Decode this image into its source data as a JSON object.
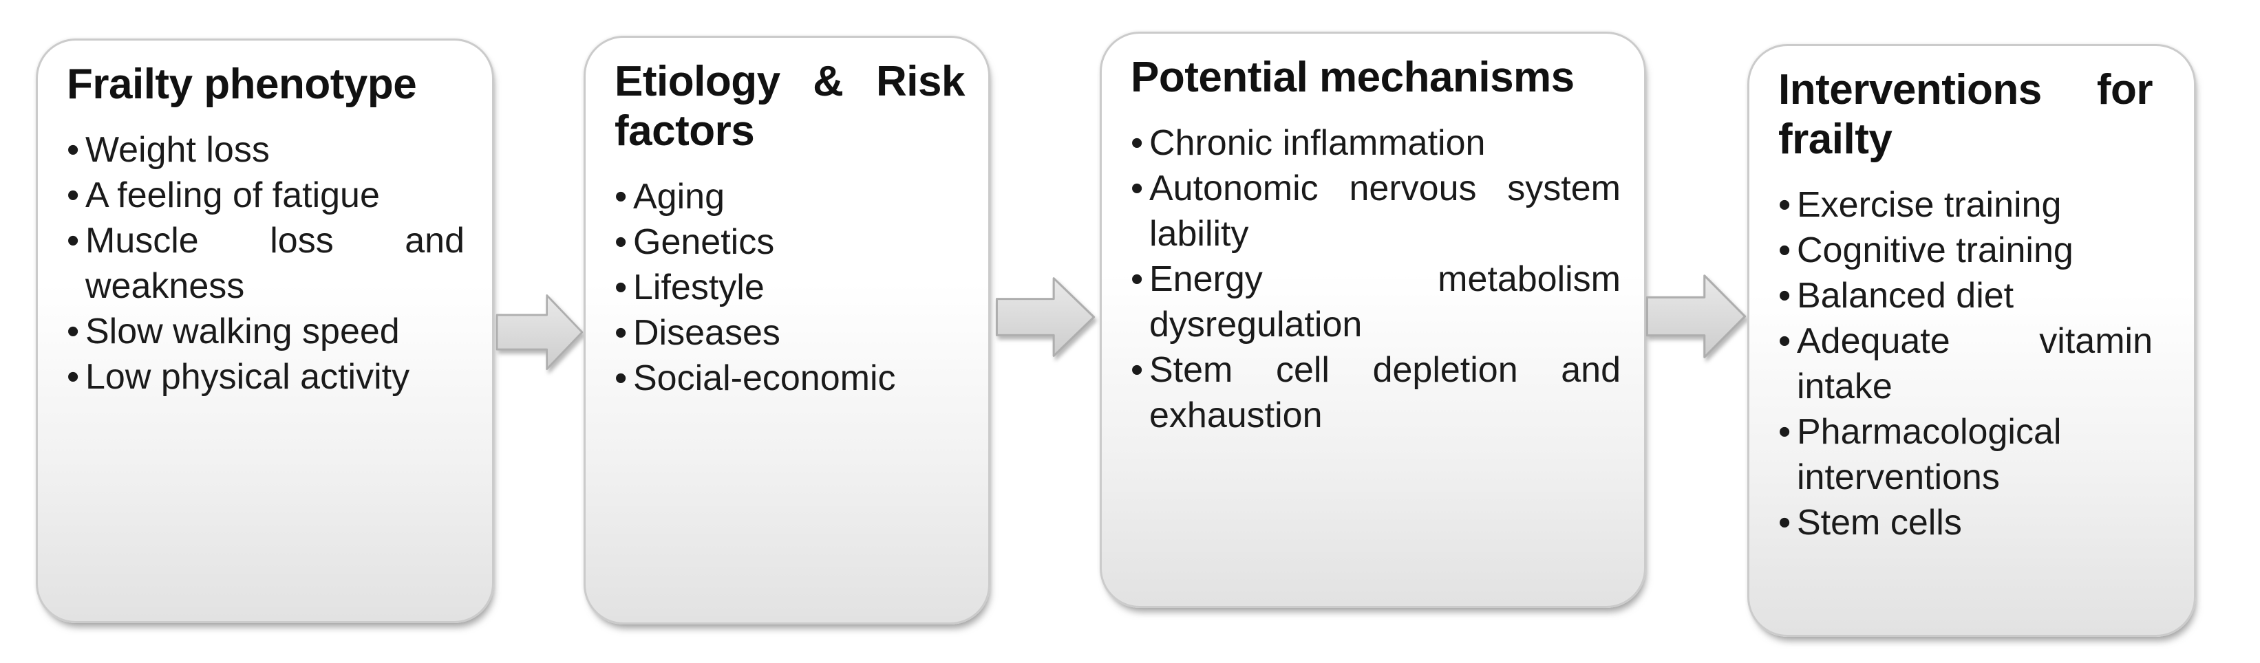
{
  "diagram": {
    "bullet": "•",
    "boxes": [
      {
        "title": "Frailty phenotype",
        "items": [
          "Weight loss",
          "A feeling of fatigue",
          "Muscle loss and weakness",
          "Slow walking speed",
          "Low physical activity"
        ]
      },
      {
        "title": "Etiology & Risk factors",
        "items": [
          "Aging",
          "Genetics",
          "Lifestyle",
          "Diseases",
          "Social-economic"
        ]
      },
      {
        "title": "Potential mechanisms",
        "items": [
          "Chronic inflammation",
          "Autonomic nervous system lability",
          "Energy metabolism dysregulation",
          "Stem cell depletion and exhaustion"
        ]
      },
      {
        "title": "Interventions for frailty",
        "items": [
          "Exercise training",
          "Cognitive training",
          "Balanced diet",
          "Adequate vitamin intake",
          "Pharmacological interventions",
          "Stem cells"
        ]
      }
    ],
    "colors": {
      "box_top": "#ffffff",
      "box_mid": "#f2f2f2",
      "box_bottom": "#e2e2e2",
      "box_border": "#cbcbcb",
      "arrow_light": "#e9e9e9",
      "arrow_dark": "#cdcdcd",
      "arrow_border": "#aeaeae",
      "text": "#1a1a1a",
      "title": "#111111"
    }
  }
}
